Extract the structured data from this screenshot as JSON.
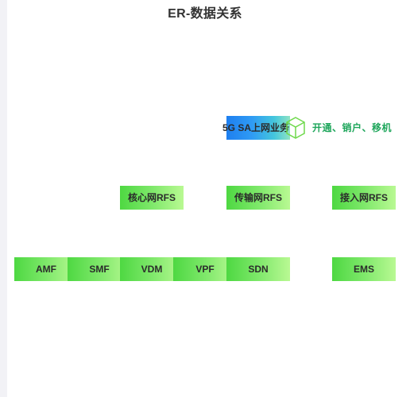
{
  "title": "ER-数据关系",
  "service": {
    "label": "5G SA上网业务",
    "operations": "开通、销户、移机"
  },
  "rfs_row": [
    {
      "id": "core",
      "label": "核心网RFS"
    },
    {
      "id": "transport",
      "label": "传输网RFS"
    },
    {
      "id": "access",
      "label": "接入网RFS"
    }
  ],
  "element_row": [
    {
      "id": "amf",
      "label": "AMF"
    },
    {
      "id": "smf",
      "label": "SMF"
    },
    {
      "id": "vdm",
      "label": "VDM"
    },
    {
      "id": "vpf",
      "label": "VPF"
    },
    {
      "id": "sdn",
      "label": "SDN"
    },
    {
      "id": "ems",
      "label": "EMS"
    }
  ],
  "icons": {
    "service_icon": "cube-icon"
  },
  "colors": {
    "node_green_start": "#4ed842",
    "node_green_end": "#b9f993",
    "service_blue_start": "#1e7ff0",
    "service_blue_end": "#8fe3c4",
    "operations_text": "#1ea65b",
    "title_text": "#333333"
  }
}
